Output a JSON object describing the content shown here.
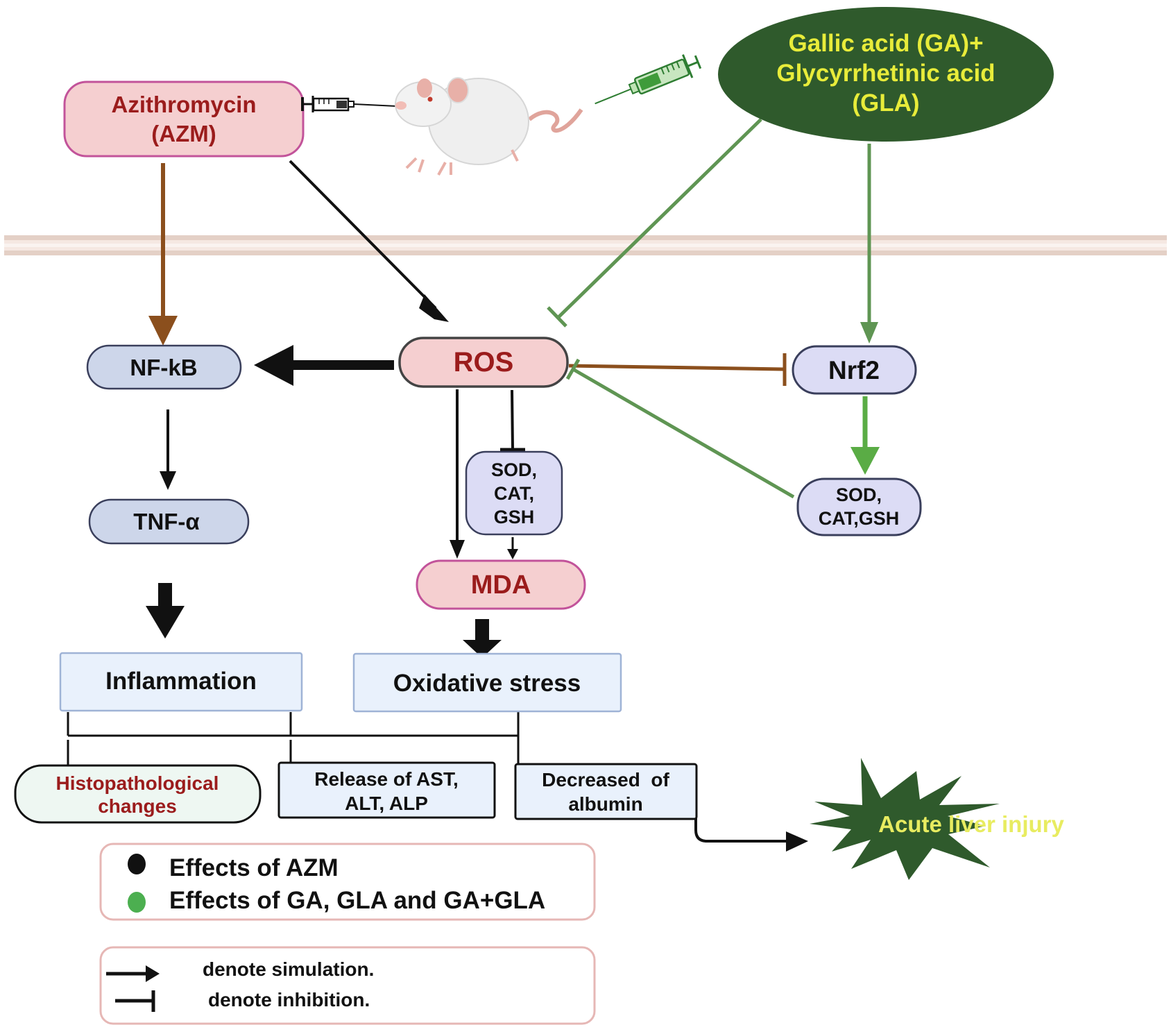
{
  "diagram": {
    "treatments": {
      "azm": {
        "line1": "Azithromycin",
        "line2": "(AZM)"
      },
      "ga_gla": {
        "line1": "Gallic acid (GA)+",
        "line2": "Glycyrrhetinic acid",
        "line3": "(GLA)"
      }
    },
    "nodes": {
      "nfkb": "NF-kB",
      "ros": "ROS",
      "nrf2": "Nrf2",
      "tnf": "TNF-α",
      "antioxidants_mid": {
        "line1": "SOD,",
        "line2": "CAT,",
        "line3": "GSH"
      },
      "antioxidants_right": {
        "line1": "SOD,",
        "line2": "CAT,GSH"
      },
      "mda": "MDA",
      "inflammation": "Inflammation",
      "oxidative_stress": "Oxidative stress",
      "histopathological": {
        "line1": "Histopathological",
        "line2": "changes"
      },
      "release_enzymes": {
        "line1": "Release of AST,",
        "line2": "ALT, ALP"
      },
      "decreased_albumin": {
        "line1": "Decreased  of",
        "line2": "albumin"
      },
      "outcome": "Acute liver injury"
    },
    "legend_effects": [
      {
        "label": "Effects of AZM",
        "dot_color": "#111111"
      },
      {
        "label": "Effects of GA, GLA and GA+GLA",
        "dot_color": "#4caf50"
      }
    ],
    "legend_symbols": [
      {
        "label": "denote simulation.",
        "symbol": "arrow"
      },
      {
        "label": "denote inhibition.",
        "symbol": "inhibition-bar"
      }
    ],
    "colors": {
      "azm_text": "#9b1c1c",
      "ga_fill": "#2f5a2c",
      "ga_text": "#e8ec3a",
      "green_edge": "#5f9553",
      "bright_green_edge": "#5aac45",
      "brown_edge": "#8b4f1d",
      "pink_fill": "#f5cfd0",
      "pink_stroke": "#c2539a",
      "blue_fill": "#cdd6ea",
      "lavender_fill": "#dcdcf5",
      "outcome_box_fill": "#e9f1fc"
    }
  }
}
